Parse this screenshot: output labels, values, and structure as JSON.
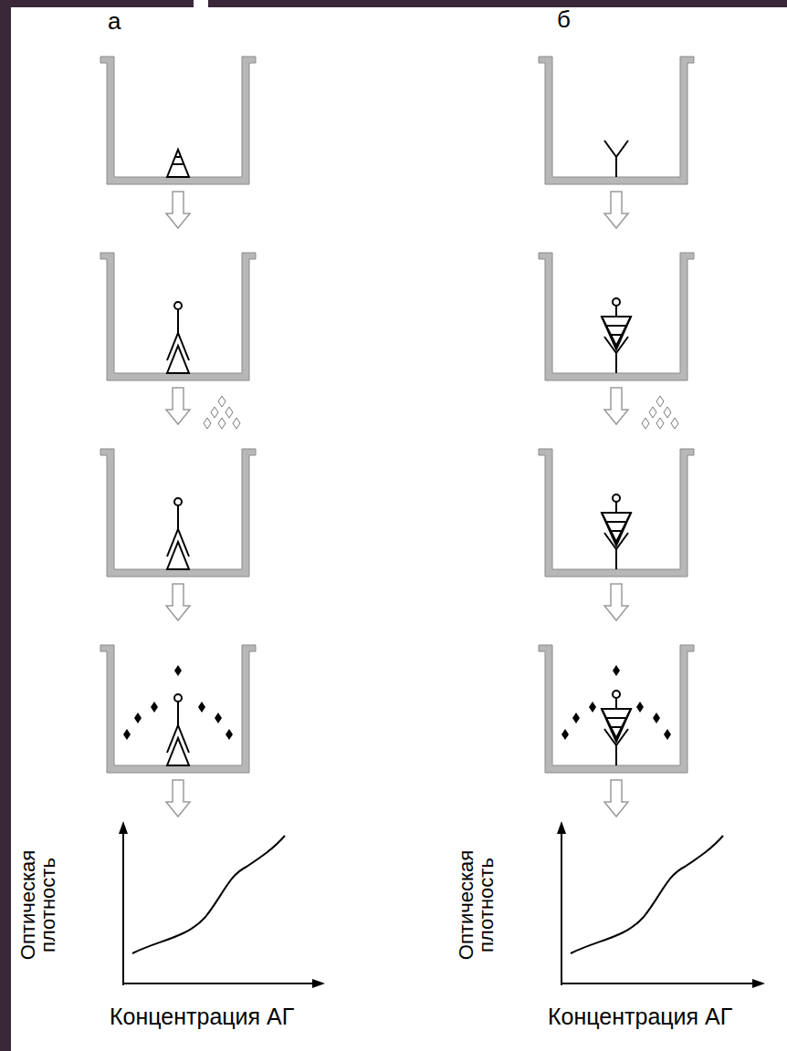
{
  "diagram": {
    "labels": [
      "а",
      "б",
      "Оптическая плотность",
      "Концентрация АГ",
      "Оптическая плотность",
      "Концентрация АГ"
    ]
  }
}
